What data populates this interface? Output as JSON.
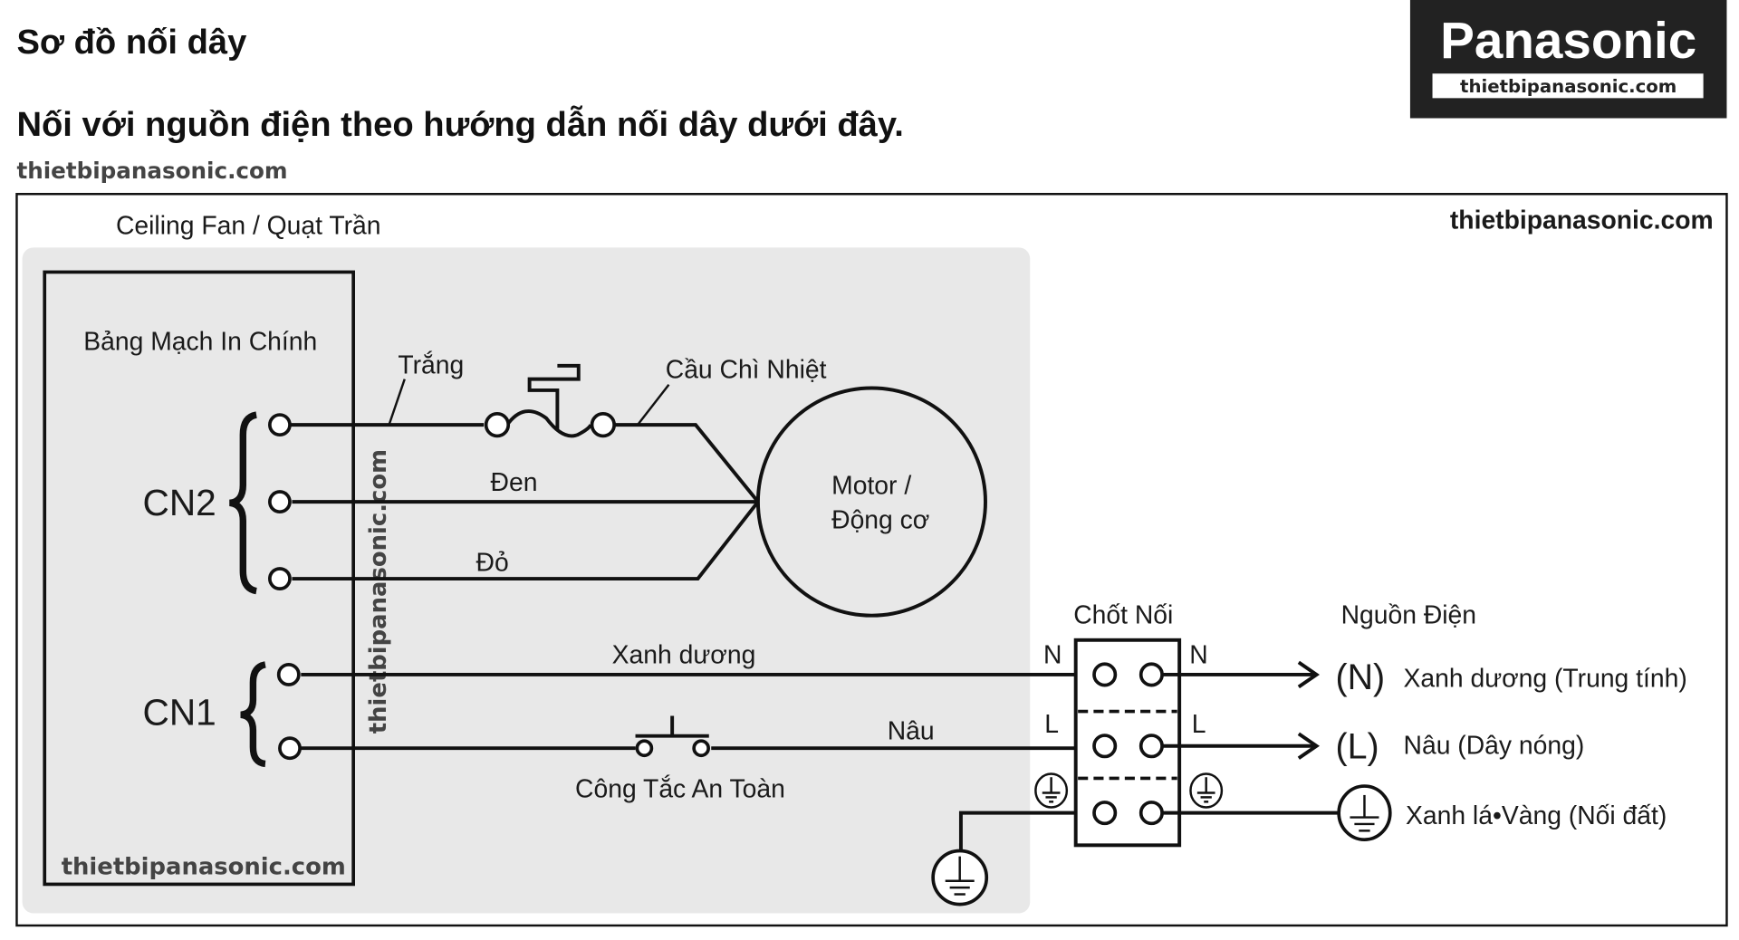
{
  "page": {
    "title": "Sơ đồ nối dây",
    "subtitle": "Nối với nguồn điện theo hướng dẫn nối dây dưới đây.",
    "watermark_top": "thietbipanasonic.com"
  },
  "logo": {
    "brand": "Panasonic",
    "site": "thietbipanasonic.com",
    "bg_color": "#222222"
  },
  "diagram": {
    "fan_label": "Ceiling Fan / Quạt Trần",
    "watermark_right": "thietbipanasonic.com",
    "watermark_vertical": "thietbipanasonic.com",
    "watermark_pcb": "thietbipanasonic.com",
    "fan_area_color": "#e8e8e8",
    "pcb": {
      "label": "Bảng Mạch In Chính",
      "cn2": "CN2",
      "cn1": "CN1"
    },
    "wires": {
      "white": "Trắng",
      "black": "Đen",
      "red": "Đỏ",
      "blue": "Xanh dương",
      "brown": "Nâu"
    },
    "thermal_fuse": "Cầu Chì Nhiệt",
    "motor": {
      "line1": "Motor /",
      "line2": "Động cơ"
    },
    "safety_switch": "Công Tắc An Toàn",
    "terminal_block": {
      "label": "Chốt Nối",
      "n_left": "N",
      "n_right": "N",
      "l_left": "L",
      "l_right": "L"
    },
    "power_source": {
      "label": "Nguồn Điện",
      "items": [
        {
          "symbol": "(N)",
          "desc": "Xanh dương (Trung tính)"
        },
        {
          "symbol": "(L)",
          "desc": "Nâu (Dây nóng)"
        },
        {
          "symbol": "earth-icon",
          "desc": "Xanh lá•Vàng (Nối đất)"
        }
      ]
    }
  }
}
